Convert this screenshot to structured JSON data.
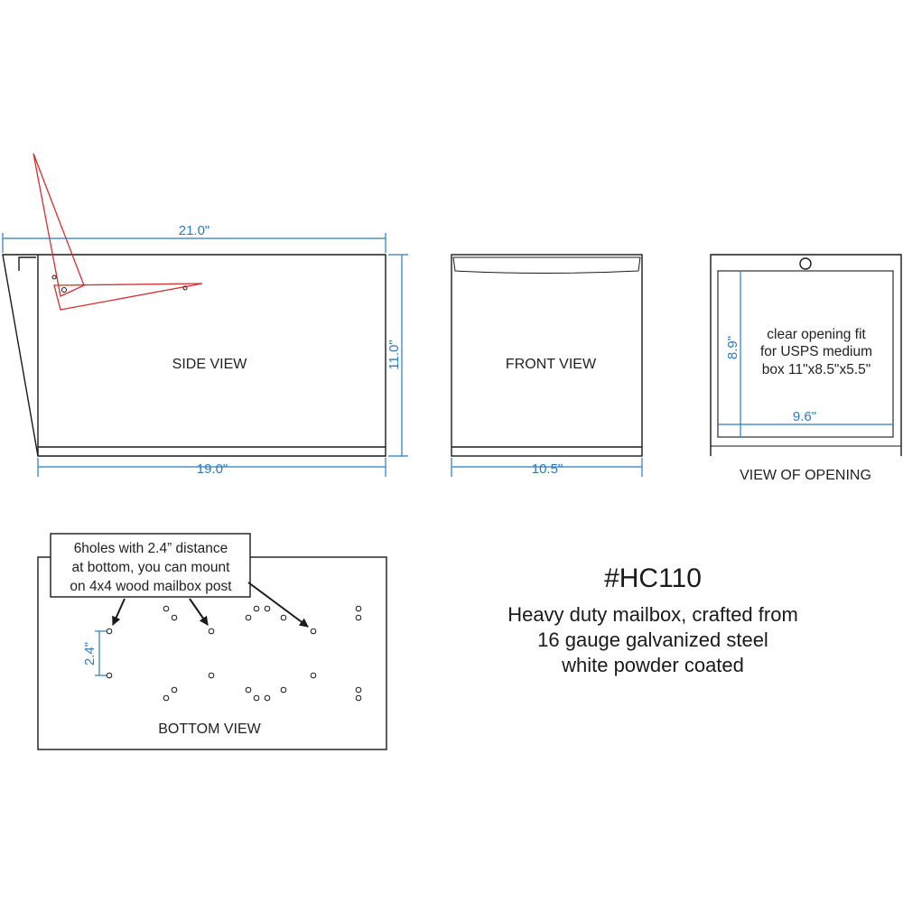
{
  "colors": {
    "outline": "#1a1a1a",
    "dimension": "#2a7bbf",
    "flag": "#d42f2f"
  },
  "side_view": {
    "label": "SIDE VIEW",
    "dim_top": "21.0\"",
    "dim_bottom": "19.0\"",
    "dim_right": "11.0\""
  },
  "front_view": {
    "label": "FRONT VIEW",
    "dim_bottom": "10.5\""
  },
  "opening_view": {
    "label": "VIEW OF OPENING",
    "dim_height": "8.9\"",
    "dim_width": "9.6\"",
    "note_lines": [
      "clear opening fit",
      "for USPS medium",
      "box 11\"x8.5\"x5.5\""
    ]
  },
  "bottom_view": {
    "label": "BOTTOM VIEW",
    "dim_holes": "2.4\"",
    "callout_lines": [
      "6holes with 2.4” distance",
      "at bottom, you can mount",
      "on 4x4 wood mailbox post"
    ]
  },
  "product": {
    "model": "#HC110",
    "description_lines": [
      "Heavy duty mailbox, crafted from",
      "16 gauge galvanized steel",
      "white powder coated"
    ]
  }
}
